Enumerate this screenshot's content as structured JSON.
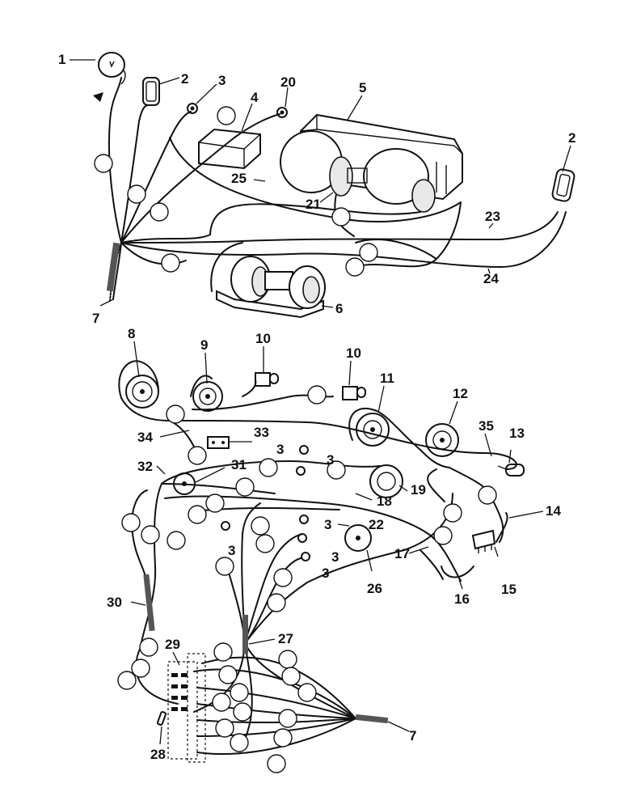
{
  "callouts": {
    "c1": "1",
    "c2a": "2",
    "c2b": "2",
    "c3a": "3",
    "c3b": "3",
    "c3c": "3",
    "c3d": "3",
    "c3e": "3",
    "c3f": "3",
    "c4": "4",
    "c5": "5",
    "c6": "6",
    "c7a": "7",
    "c7b": "7",
    "c8": "8",
    "c9": "9",
    "c10a": "10",
    "c10b": "10",
    "c11": "11",
    "c12": "12",
    "c13": "13",
    "c14": "14",
    "c15": "15",
    "c16": "16",
    "c17": "17",
    "c18": "18",
    "c19": "19",
    "c20": "20",
    "c21": "21",
    "c22": "22",
    "c23": "23",
    "c24": "24",
    "c25": "25",
    "c26": "26",
    "c27": "27",
    "c28": "28",
    "c29": "29",
    "c30": "30",
    "c31": "31",
    "c32": "32",
    "c33": "33",
    "c34": "34",
    "c35": "35"
  }
}
